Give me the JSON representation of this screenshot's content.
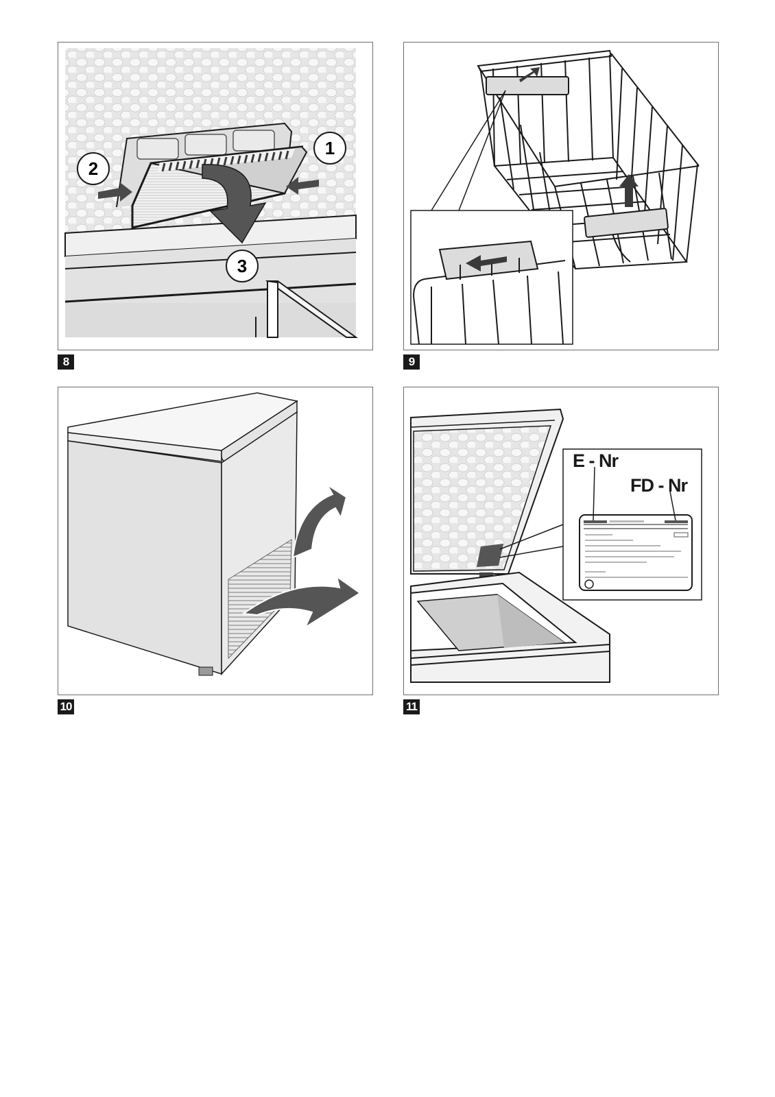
{
  "figures": [
    {
      "label": "8",
      "callouts": [
        "1",
        "2",
        "3"
      ]
    },
    {
      "label": "9"
    },
    {
      "label": "10"
    },
    {
      "label": "11",
      "rating_plate": {
        "e_nr": "E - Nr",
        "fd_nr": "FD - Nr"
      }
    }
  ],
  "colors": {
    "line": "#1a1a1a",
    "arrow": "#5a5a5a",
    "panel_border": "#6d6d6d",
    "texture": "#e9e9e9"
  }
}
